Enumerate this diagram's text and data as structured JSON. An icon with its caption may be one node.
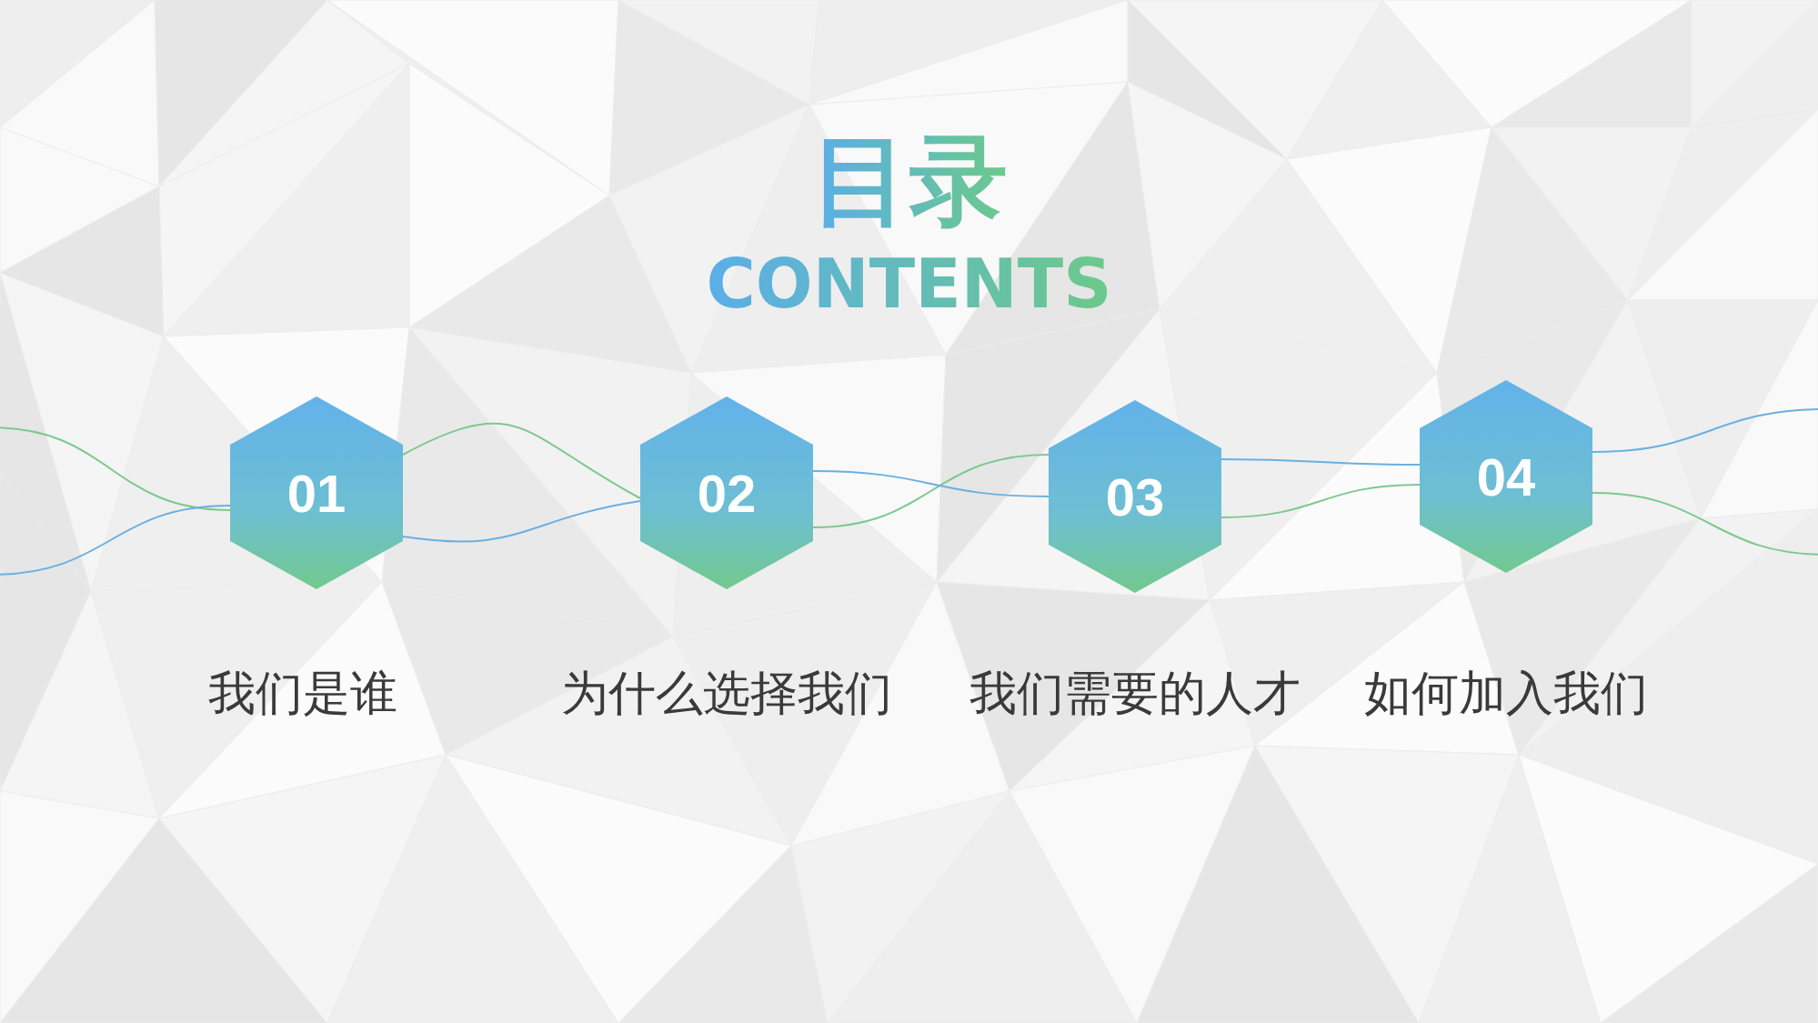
{
  "diagram": {
    "title": "目录",
    "labels": [
      "CONTENTS"
    ],
    "nodes": [
      {
        "text": [
          "01"
        ],
        "beside": [
          "我们是谁"
        ]
      },
      {
        "text": [
          "02"
        ],
        "beside": [
          "为什么选择我们"
        ]
      },
      {
        "text": [
          "03"
        ],
        "beside": [
          "我们需要的人才"
        ]
      },
      {
        "text": [
          "04"
        ],
        "beside": [
          "如何加入我们"
        ]
      }
    ],
    "edges": [
      {
        "from": null,
        "to": 0,
        "arrow": "none",
        "color": "#7cc98f"
      },
      {
        "from": null,
        "to": 0,
        "arrow": "none",
        "color": "#6ab0e0"
      },
      {
        "from": 0,
        "to": 1,
        "arrow": "none",
        "color": "#7cc98f"
      },
      {
        "from": 0,
        "to": 1,
        "arrow": "none",
        "color": "#6ab0e0"
      },
      {
        "from": 1,
        "to": 2,
        "arrow": "none",
        "color": "#7cc98f"
      },
      {
        "from": 1,
        "to": 2,
        "arrow": "none",
        "color": "#6ab0e0"
      },
      {
        "from": 2,
        "to": 3,
        "arrow": "none",
        "color": "#6ab0e0"
      },
      {
        "from": 2,
        "to": 3,
        "arrow": "none",
        "color": "#7cc98f"
      },
      {
        "from": 3,
        "to": null,
        "arrow": "none",
        "color": "#6ab0e0"
      },
      {
        "from": 3,
        "to": null,
        "arrow": "none",
        "color": "#7cc98f"
      }
    ]
  }
}
